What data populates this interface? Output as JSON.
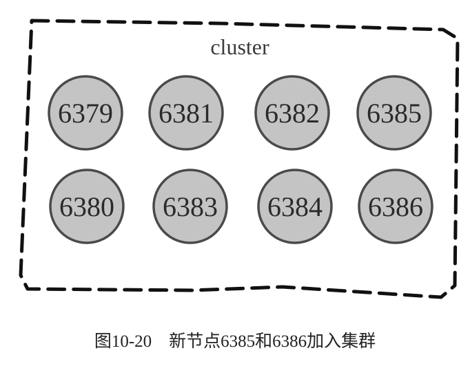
{
  "cluster": {
    "label": "cluster"
  },
  "nodes": [
    {
      "id": "6379"
    },
    {
      "id": "6381"
    },
    {
      "id": "6382"
    },
    {
      "id": "6385"
    },
    {
      "id": "6380"
    },
    {
      "id": "6383"
    },
    {
      "id": "6384"
    },
    {
      "id": "6386"
    }
  ],
  "caption": "图10-20　新节点6385和6386加入集群",
  "colors": {
    "node_fill": "#c4c4c4",
    "node_stroke": "#4a4a4a",
    "boundary": "#111111"
  }
}
